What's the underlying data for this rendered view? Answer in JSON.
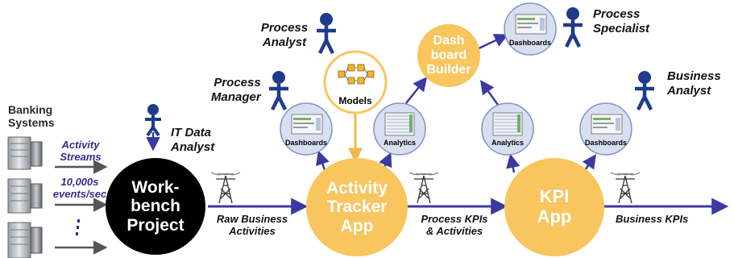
{
  "source": {
    "label": "Banking\nSystems"
  },
  "input": {
    "streams": "Activity\nStreams",
    "rate": "10,000s\nevents/sec"
  },
  "nodes": {
    "workbench": "Work-\nbench\nProject",
    "activity_tracker": "Activity\nTracker\nApp",
    "kpi_app": "KPI\nApp",
    "dashboard_builder": "Dash\nboard\nBuilder",
    "models": "Models"
  },
  "flows": {
    "raw": "Raw Business\nActivities",
    "process_kpis": "Process KPIs\n& Activities",
    "business_kpis": "Business KPIs"
  },
  "widgets": {
    "dashboards_1": "Dashboards",
    "analytics_1": "Analytics",
    "dashboards_top": "Dashboards",
    "analytics_2": "Analytics",
    "dashboards_2": "Dashboards"
  },
  "roles": {
    "it_data_analyst": "IT Data\nAnalyst",
    "process_manager": "Process\nManager",
    "process_analyst": "Process\nAnalyst",
    "process_specialist": "Process\nSpecialist",
    "business_analyst": "Business\nAnalyst"
  },
  "colors": {
    "accent": "#f9c55e",
    "accent_border": "#f0b84a",
    "arrow": "#3b3aa0",
    "figure": "#1f3c8a",
    "widget_fill": "#d8dff0",
    "widget_border": "#7f93c4"
  }
}
